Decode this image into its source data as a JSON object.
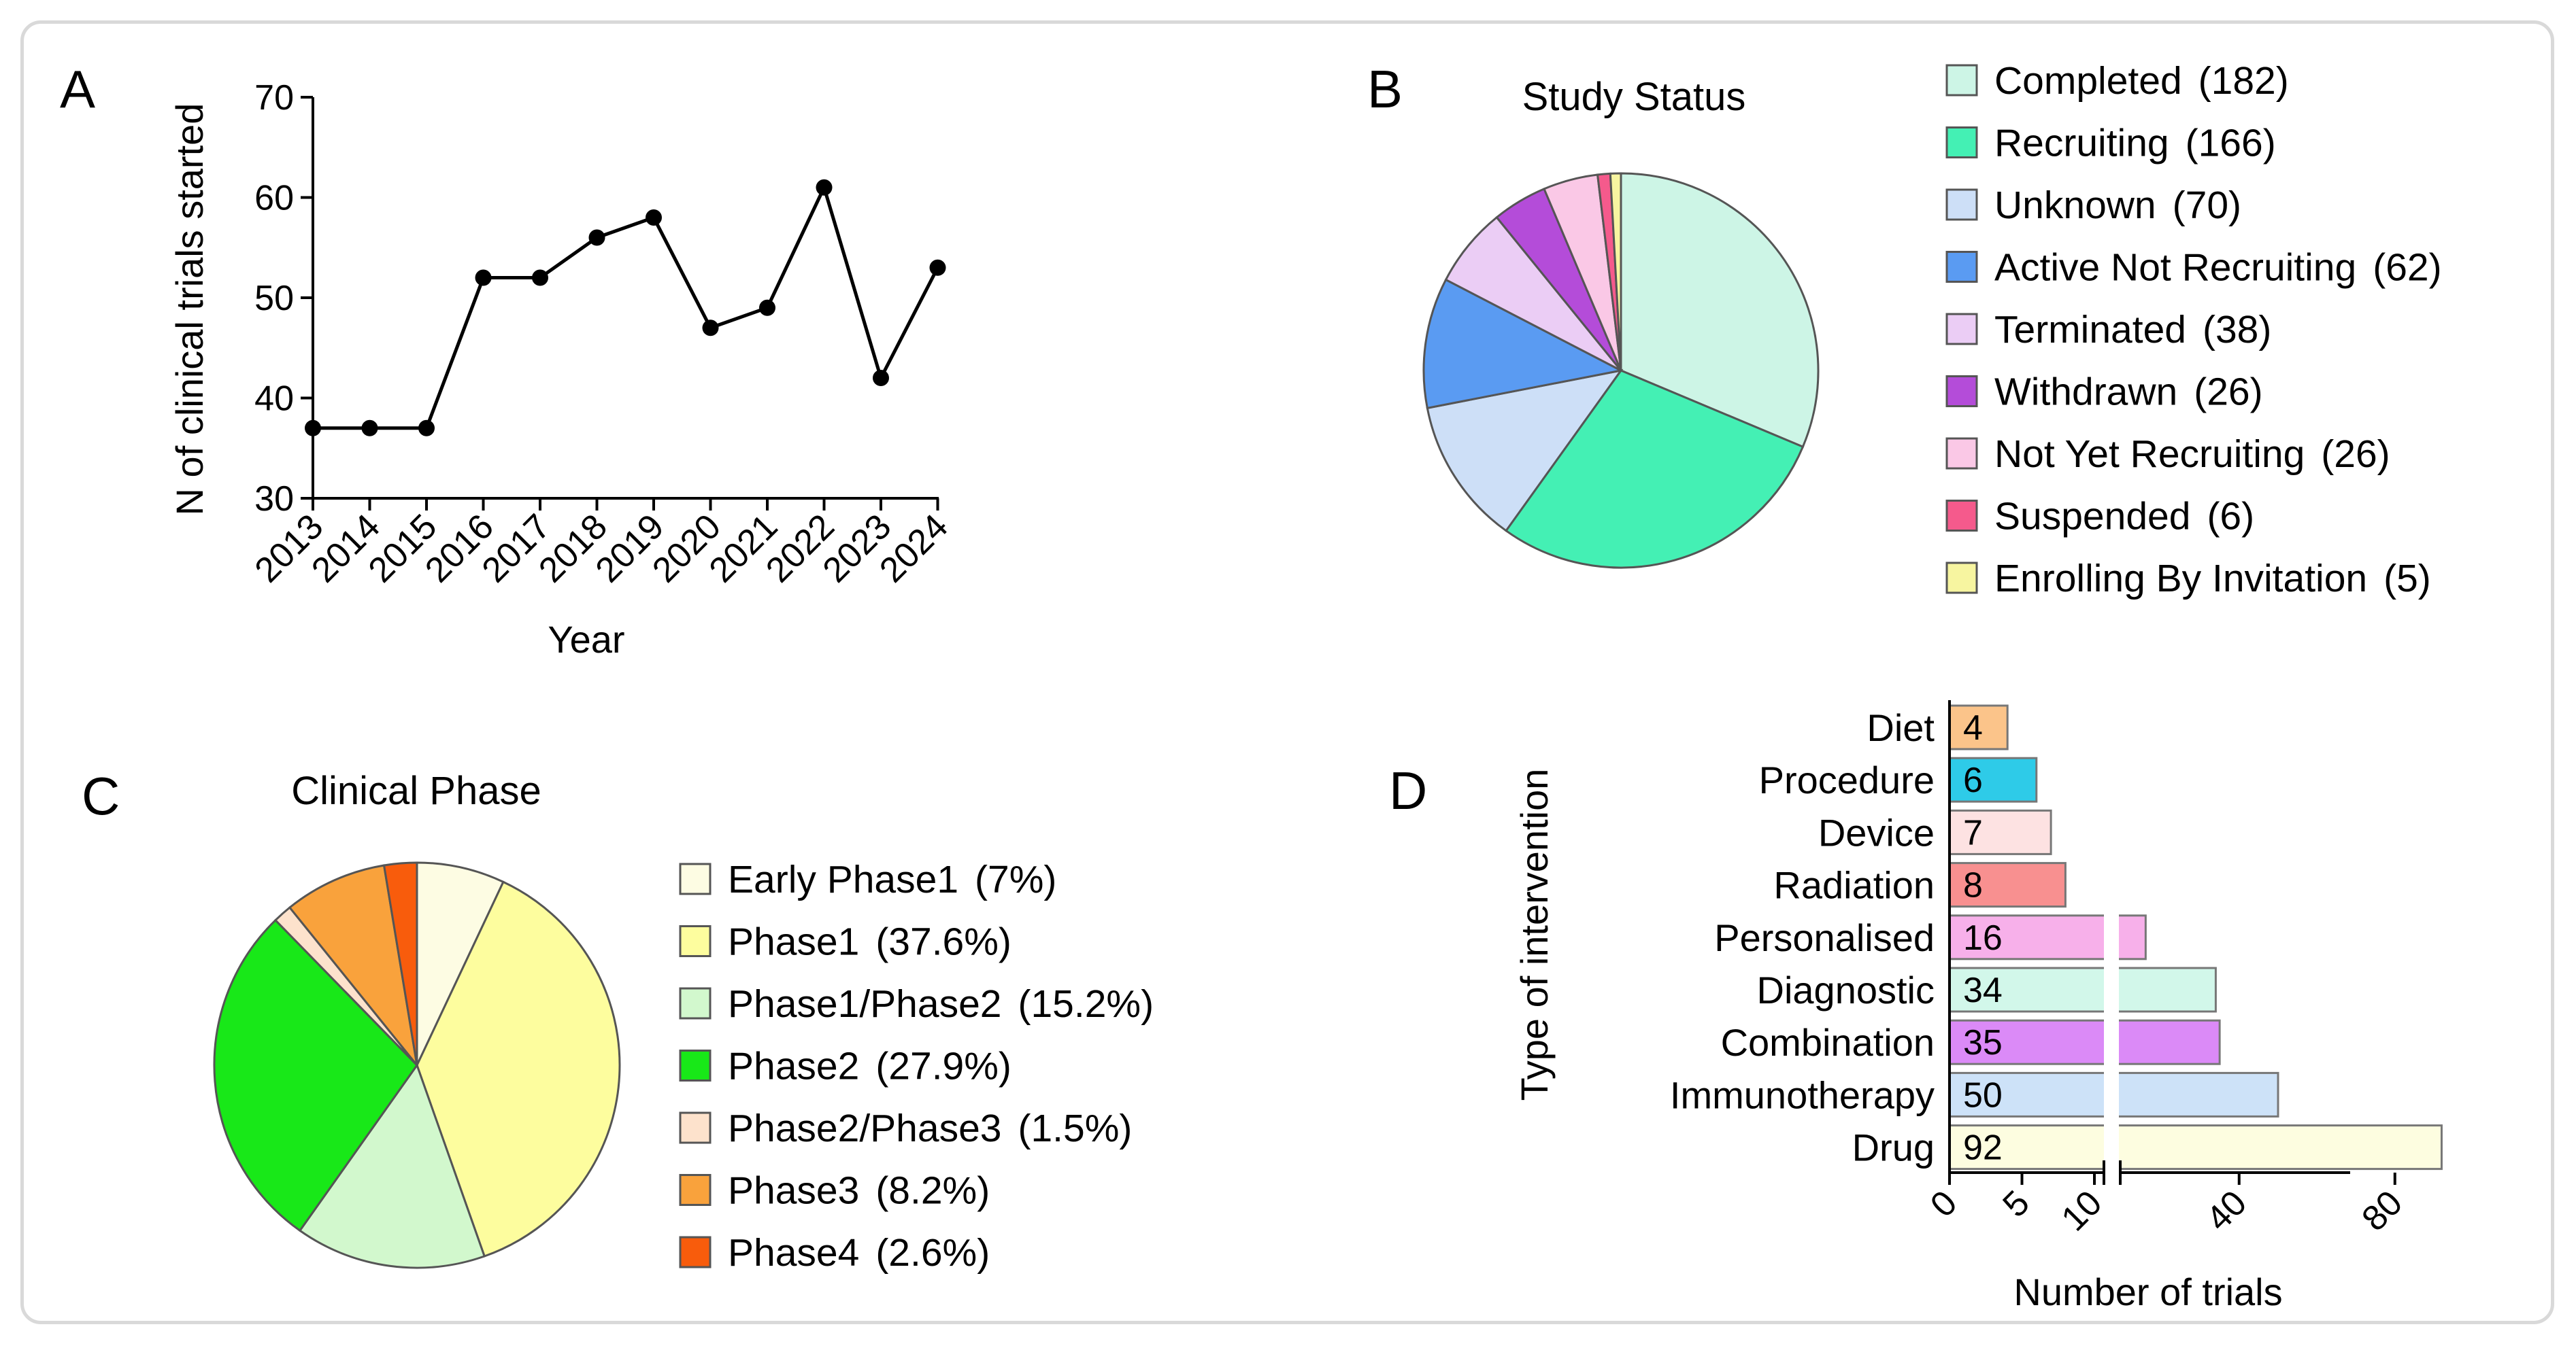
{
  "panels": {
    "A": "A",
    "B": "B",
    "C": "C",
    "D": "D"
  },
  "colors": {
    "line": "#000000",
    "axis": "#000000",
    "slice_stroke": "#555555",
    "bar_stroke": "#777777"
  },
  "chart_data": [
    {
      "panel": "A",
      "type": "line",
      "x": [
        "2013",
        "2014",
        "2015",
        "2016",
        "2017",
        "2018",
        "2019",
        "2020",
        "2021",
        "2022",
        "2023",
        "2024"
      ],
      "y": [
        37,
        37,
        37,
        52,
        52,
        56,
        58,
        47,
        49,
        61,
        42,
        53
      ],
      "title": "",
      "xlabel": "Year",
      "ylabel": "N of clinical trials started",
      "ylim": [
        30,
        70
      ],
      "yticks": [
        "30",
        "40",
        "50",
        "60",
        "70"
      ],
      "grid": false,
      "marker": "circle"
    },
    {
      "panel": "B",
      "type": "pie",
      "title": "Study Status",
      "legend_position": "right",
      "slices": [
        {
          "label": "Completed",
          "count": "(182)",
          "value": 182,
          "color": "#cdf5e6"
        },
        {
          "label": "Recruiting",
          "count": "(166)",
          "value": 166,
          "color": "#44f0b4"
        },
        {
          "label": "Unknown",
          "count": "(70)",
          "value": 70,
          "color": "#cddff7"
        },
        {
          "label": "Active Not Recruiting",
          "count": "(62)",
          "value": 62,
          "color": "#5a9bf2"
        },
        {
          "label": "Terminated",
          "count": "(38)",
          "value": 38,
          "color": "#ebcdf5"
        },
        {
          "label": "Withdrawn",
          "count": "(26)",
          "value": 26,
          "color": "#b44cd9"
        },
        {
          "label": "Not Yet Recruiting",
          "count": "(26)",
          "value": 26,
          "color": "#fac8e6"
        },
        {
          "label": "Suspended",
          "count": "(6)",
          "value": 6,
          "color": "#f55a8c"
        },
        {
          "label": "Enrolling By Invitation",
          "count": "(5)",
          "value": 5,
          "color": "#f7f5a0"
        }
      ]
    },
    {
      "panel": "C",
      "type": "pie",
      "title": "Clinical Phase",
      "legend_position": "right",
      "slices": [
        {
          "label": "Early Phase1",
          "pct": "(7%)",
          "value": 7,
          "color": "#fdfce3"
        },
        {
          "label": "Phase1",
          "pct": "(37.6%)",
          "value": 37.6,
          "color": "#fdfd9e"
        },
        {
          "label": "Phase1/Phase2",
          "pct": "(15.2%)",
          "value": 15.2,
          "color": "#d2f8cd"
        },
        {
          "label": "Phase2",
          "pct": "(27.9%)",
          "value": 27.9,
          "color": "#18e818"
        },
        {
          "label": "Phase2/Phase3",
          "pct": "(1.5%)",
          "value": 1.5,
          "color": "#fde2cc"
        },
        {
          "label": "Phase3",
          "pct": "(8.2%)",
          "value": 8.2,
          "color": "#f9a23c"
        },
        {
          "label": "Phase4",
          "pct": "(2.6%)",
          "value": 2.6,
          "color": "#f85c0c"
        }
      ]
    },
    {
      "panel": "D",
      "type": "bar",
      "orientation": "horizontal",
      "categories": [
        "Diet",
        "Procedure",
        "Device",
        "Radiation",
        "Personalised",
        "Diagnostic",
        "Combination",
        "Immunotherapy",
        "Drug"
      ],
      "values": [
        4,
        6,
        7,
        8,
        16,
        34,
        35,
        50,
        92
      ],
      "value_labels": [
        "4",
        "6",
        "7",
        "8",
        "16",
        "34",
        "35",
        "50",
        "92"
      ],
      "colors": [
        "#fbc48a",
        "#2ecbe8",
        "#fde2e2",
        "#f89090",
        "#f7b0ea",
        "#d2f7ea",
        "#db8af7",
        "#cde2f8",
        "#fdfde0"
      ],
      "title": "",
      "xlabel": "Number of trials",
      "ylabel": "Type of intervention",
      "xticks": [
        "0",
        "5",
        "10",
        "40",
        "80"
      ],
      "axis_break": "between 10 and 40"
    }
  ]
}
